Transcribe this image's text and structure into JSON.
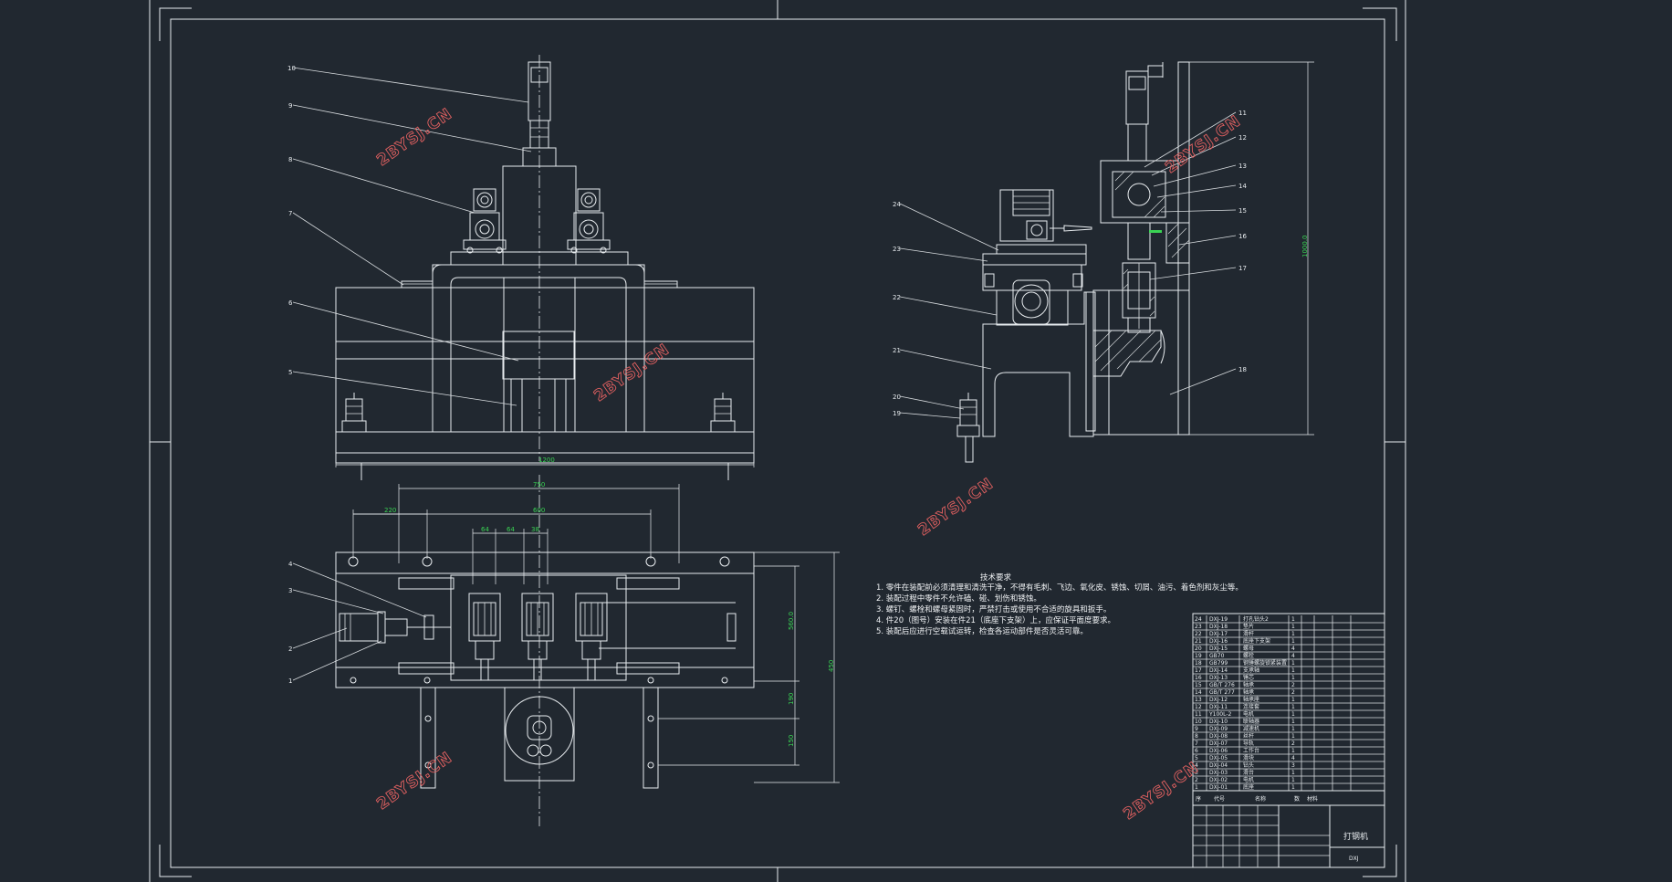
{
  "drawing": {
    "title_block": {
      "name": "打钢机",
      "code": "DXJ"
    },
    "watermark": "2BYSJ.CN",
    "dimensions": {
      "overall_width": "1200",
      "top_span": "750",
      "mid_span": "600",
      "small_left": "220",
      "spacing_a": "64",
      "spacing_b": "64",
      "spacing_c": "38",
      "side_height": "1000.0",
      "plan_depth": "560.0",
      "plan_total": "450",
      "plan_lower_a": "190",
      "plan_lower_b": "150"
    },
    "front_view_callouts": [
      "10",
      "9",
      "8",
      "7",
      "6",
      "5"
    ],
    "plan_view_callouts": [
      "4",
      "3",
      "2",
      "1"
    ],
    "side_view_callouts_right": [
      "11",
      "12",
      "13",
      "14",
      "15",
      "16",
      "17",
      "18"
    ],
    "side_view_callouts_left": [
      "24",
      "23",
      "22",
      "21",
      "20",
      "19"
    ],
    "technical_notes": {
      "heading": "技术要求",
      "items": [
        "1. 零件在装配前必须清理和清洗干净，不得有毛刺、飞边、氧化皮、锈蚀、切屑、油污、着色剂和灰尘等。",
        "2. 装配过程中零件不允许磕、碰、划伤和锈蚀。",
        "3. 螺钉、螺栓和螺母紧固时，严禁打击或使用不合适的旋具和扳手。",
        "4. 件20（图号）安装在件21（底座下支架）上，应保证平面度要求。",
        "5. 装配后应进行空载试运转，检查各运动部件是否灵活可靠。"
      ]
    },
    "bom": {
      "rows": [
        [
          "24",
          "DXJ-19",
          "打孔钻头2",
          "1"
        ],
        [
          "23",
          "DXJ-18",
          "垫片",
          "1"
        ],
        [
          "22",
          "DXJ-17",
          "滑杆",
          "1"
        ],
        [
          "21",
          "DXJ-16",
          "底座下支架",
          "1"
        ],
        [
          "20",
          "DXJ-15",
          "螺母",
          "4"
        ],
        [
          "19",
          "GB70",
          "螺栓",
          "4"
        ],
        [
          "18",
          "GB799",
          "钢锤螺旋锁紧装置",
          "1"
        ],
        [
          "17",
          "DXJ-14",
          "支承轴",
          "1"
        ],
        [
          "16",
          "DXJ-13",
          "锤芯",
          "1"
        ],
        [
          "15",
          "GB/T 276",
          "轴承",
          "2"
        ],
        [
          "14",
          "GB/T 277",
          "轴承",
          "2"
        ],
        [
          "13",
          "DXJ-12",
          "轴承座",
          "1"
        ],
        [
          "12",
          "DXJ-11",
          "连接套",
          "1"
        ],
        [
          "11",
          "Y100L-2",
          "电机",
          "1"
        ],
        [
          "10",
          "DXJ-10",
          "联轴器",
          "1"
        ],
        [
          "9",
          "DXJ-09",
          "减速机",
          "1"
        ],
        [
          "8",
          "DXJ-08",
          "丝杆",
          "1"
        ],
        [
          "7",
          "DXJ-07",
          "导轨",
          "2"
        ],
        [
          "6",
          "DXJ-06",
          "工作台",
          "1"
        ],
        [
          "5",
          "DXJ-05",
          "滑块",
          "4"
        ],
        [
          "4",
          "DXJ-04",
          "钻头",
          "3"
        ],
        [
          "3",
          "DXJ-03",
          "滑台",
          "1"
        ],
        [
          "2",
          "DXJ-02",
          "电机",
          "1"
        ],
        [
          "1",
          "DXJ-01",
          "底座",
          "1"
        ]
      ],
      "header": {
        "no": "序",
        "code": "代号",
        "name": "名称",
        "qty": "数",
        "material": "材料"
      }
    }
  }
}
